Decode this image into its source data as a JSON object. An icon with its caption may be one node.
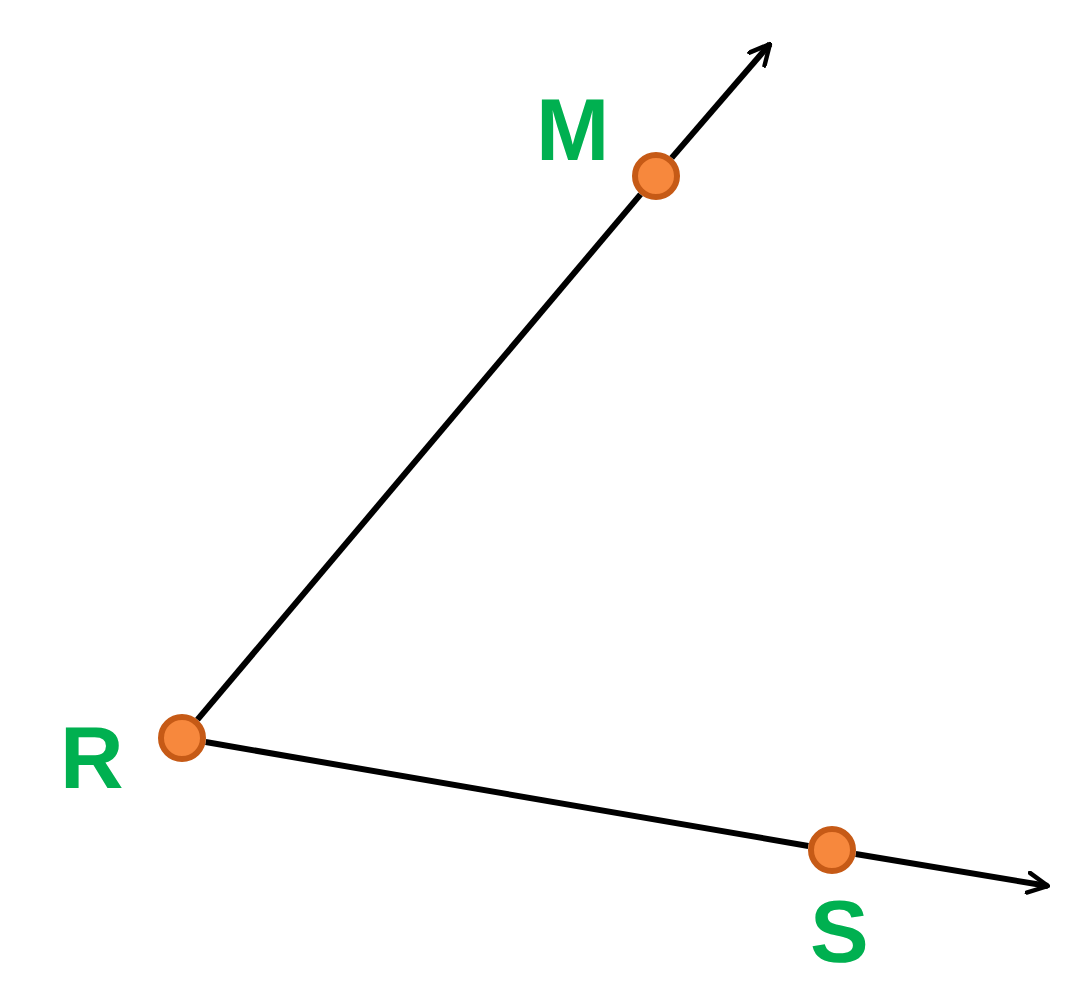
{
  "diagram": {
    "nodes": [
      {
        "text": [],
        "shape": "circle",
        "beside": [
          "M"
        ]
      },
      {
        "text": [],
        "shape": "circle",
        "beside": [
          "R"
        ]
      },
      {
        "text": [],
        "shape": "circle",
        "beside": [
          "S"
        ]
      }
    ],
    "edges": [
      {
        "from": 1,
        "to": 0,
        "arrow": "none"
      },
      {
        "from": 0,
        "to": null,
        "arrow": "to"
      },
      {
        "from": 1,
        "to": 2,
        "arrow": "none"
      },
      {
        "from": 2,
        "to": null,
        "arrow": "to"
      }
    ]
  }
}
